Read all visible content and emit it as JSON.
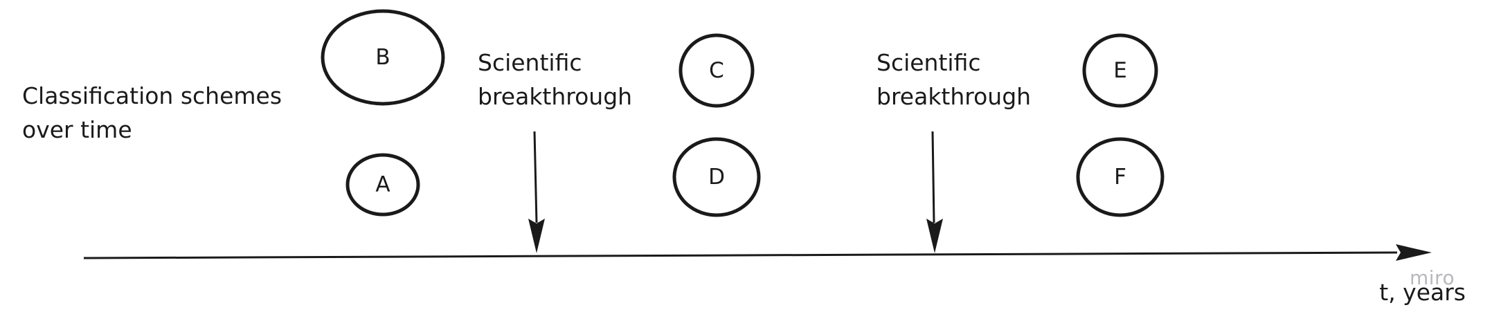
{
  "diagram": {
    "title": {
      "line1": "Classification schemes",
      "line2": "over time"
    },
    "events": [
      {
        "line1": "Scientific",
        "line2": "breakthrough"
      },
      {
        "line1": "Scientific",
        "line2": "breakthrough"
      }
    ],
    "nodes": [
      "A",
      "B",
      "C",
      "D",
      "E",
      "F"
    ],
    "axis_label": "t, years",
    "watermark": "miro",
    "stroke_color": "#1a1a1a"
  }
}
